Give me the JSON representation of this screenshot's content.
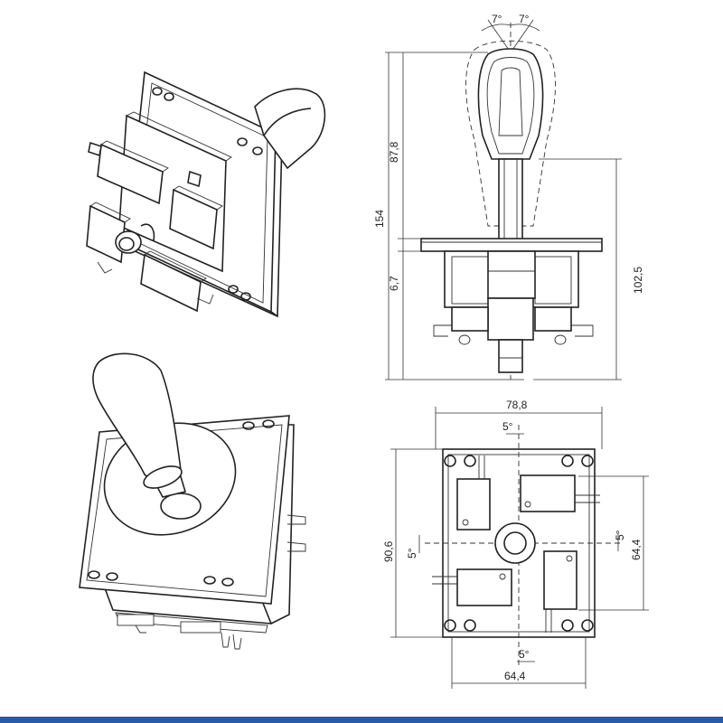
{
  "dimensions": {
    "angle_left": "7°",
    "angle_right": "7°",
    "height_total": "154",
    "height_upper": "87,8",
    "flange_thickness": "6,7",
    "height_lower": "102,5",
    "width_top": "78,8",
    "angle_top": "5°",
    "height_left": "90,6",
    "angle_left_side": "5°",
    "angle_right_side": "5°",
    "height_right": "64,4",
    "angle_bottom": "5°",
    "width_bottom": "64,4"
  },
  "colors": {
    "line": "#222222",
    "bottom_bar": "#2a5ba8"
  }
}
